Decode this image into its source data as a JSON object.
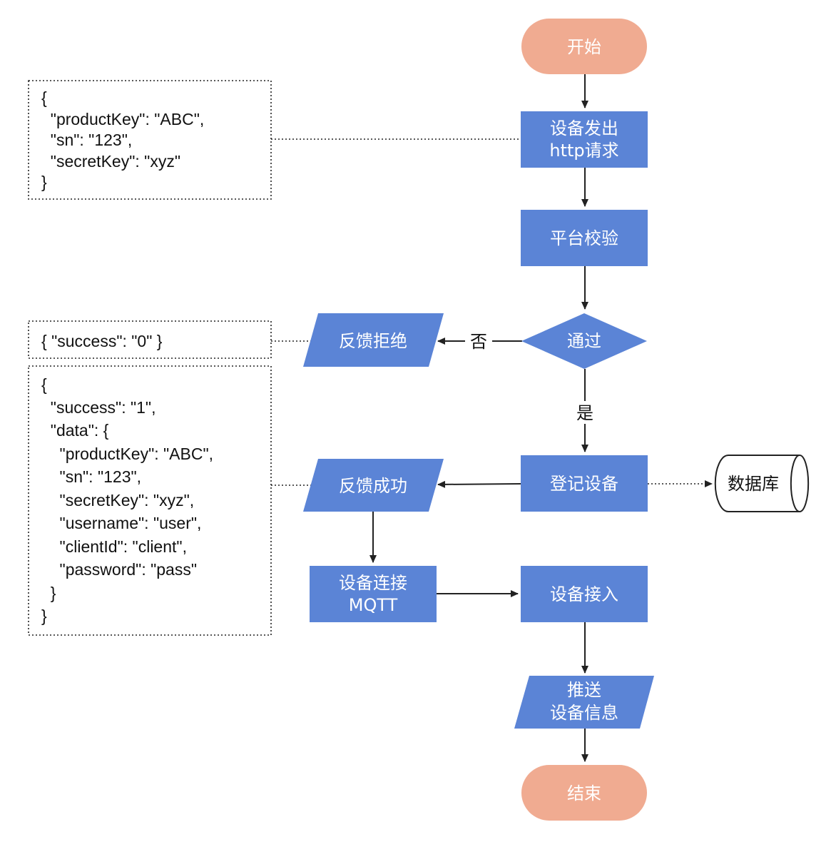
{
  "nodes": {
    "start": "开始",
    "send_request": [
      "设备发出",
      "http请求"
    ],
    "verify": "平台校验",
    "pass": "通过",
    "reject": "反馈拒绝",
    "register": "登记设备",
    "database": "数据库",
    "success": "反馈成功",
    "mqtt_connect": [
      "设备连接",
      "MQTT"
    ],
    "device_access": "设备接入",
    "push_info": [
      "推送",
      "设备信息"
    ],
    "end": "结束"
  },
  "edge_labels": {
    "no": "否",
    "yes": "是"
  },
  "notes": {
    "request_body": [
      "{",
      "  \"productKey\": \"ABC\",",
      "  \"sn\": \"123\",",
      "  \"secretKey\": \"xyz\"",
      "}"
    ],
    "reject_body": [
      "{ \"success\": \"0\" }"
    ],
    "success_body": [
      "{",
      "  \"success\": \"1\",",
      "  \"data\": {",
      "    \"productKey\": \"ABC\",",
      "    \"sn\": \"123\",",
      "    \"secretKey\": \"xyz\",",
      "    \"username\": \"user\",",
      "    \"clientId\": \"client\",",
      "    \"password\": \"pass\"",
      "  }",
      "}"
    ]
  },
  "colors": {
    "process": "#5b84d6",
    "terminal": "#f0ab91",
    "line": "#222222"
  }
}
